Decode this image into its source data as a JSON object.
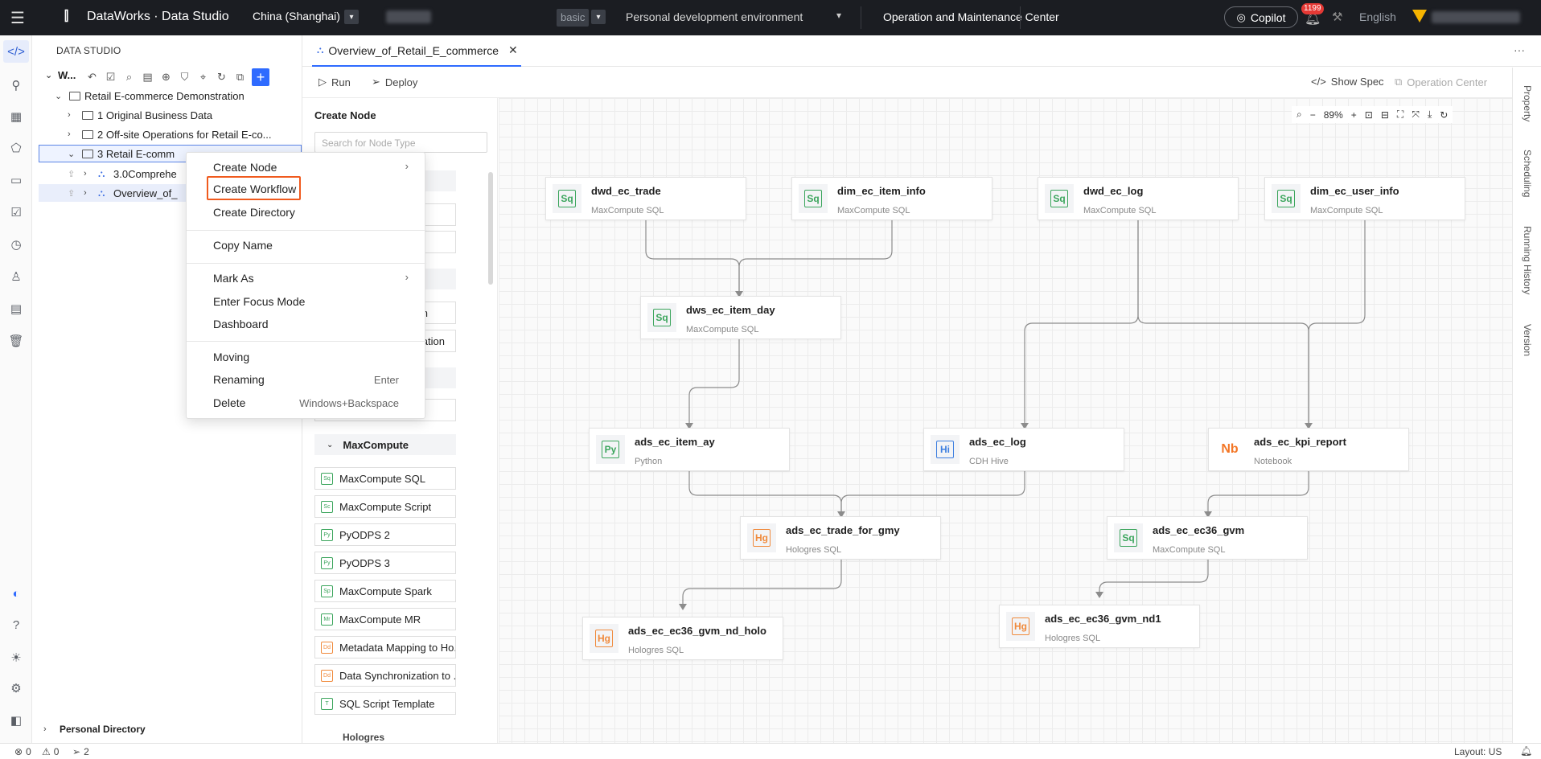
{
  "topbar": {
    "product": "DataWorks · Data Studio",
    "region": "China (Shanghai)",
    "mode": "basic",
    "environment": "Personal development environment",
    "ops_center": "Operation and Maintenance Center",
    "copilot": "Copilot",
    "notifications": "1199",
    "language": "English"
  },
  "sidebar": {
    "header": "DATA STUDIO",
    "workspace_short": "W...",
    "tree": [
      {
        "label": "Retail E-commerce Demonstration"
      },
      {
        "label": "1 Original Business Data"
      },
      {
        "label": "2 Off-site Operations for Retail E-co..."
      },
      {
        "label": "3 Retail E-comm"
      },
      {
        "label": "3.0Comprehe"
      },
      {
        "label": "Overview_of_"
      }
    ],
    "personal": "Personal Directory"
  },
  "context_menu": {
    "items": [
      {
        "label": "Create Node"
      },
      {
        "label": "Create Workflow"
      },
      {
        "label": "Create Directory"
      },
      {
        "label": "Copy Name"
      },
      {
        "label": "Mark As"
      },
      {
        "label": "Enter Focus Mode"
      },
      {
        "label": "Dashboard"
      },
      {
        "label": "Moving"
      },
      {
        "label": "Renaming",
        "shortcut": "Enter"
      },
      {
        "label": "Delete",
        "shortcut": "Windows+Backspace"
      }
    ]
  },
  "tab": {
    "label": "Overview_of_Retail_E_commerce"
  },
  "toolbar": {
    "run": "Run",
    "deploy": "Deploy",
    "show_spec": "Show Spec",
    "operation_center": "Operation Center"
  },
  "palette": {
    "title": "Create Node",
    "search_placeholder": "Search for Node Type",
    "partial1": "ation",
    "partial2": "onization",
    "group": "MaxCompute",
    "items": [
      {
        "label": "MaxCompute SQL",
        "icon": "Sq"
      },
      {
        "label": "MaxCompute Script",
        "icon": "Sc"
      },
      {
        "label": "PyODPS 2",
        "icon": "Py"
      },
      {
        "label": "PyODPS 3",
        "icon": "Py"
      },
      {
        "label": "MaxCompute Spark",
        "icon": "Sp"
      },
      {
        "label": "MaxCompute MR",
        "icon": "Mr"
      },
      {
        "label": "Metadata Mapping to Ho...",
        "icon": "Dd"
      },
      {
        "label": "Data Synchronization to ...",
        "icon": "Dd"
      },
      {
        "label": "SQL Script Template",
        "icon": "T"
      }
    ],
    "next_group": "Hologres"
  },
  "canvas": {
    "zoom": "89%",
    "nodes": [
      {
        "name": "dwd_ec_trade",
        "type": "MaxCompute SQL",
        "icon": "Sq"
      },
      {
        "name": "dim_ec_item_info",
        "type": "MaxCompute SQL",
        "icon": "Sq"
      },
      {
        "name": "dwd_ec_log",
        "type": "MaxCompute SQL",
        "icon": "Sq"
      },
      {
        "name": "dim_ec_user_info",
        "type": "MaxCompute SQL",
        "icon": "Sq"
      },
      {
        "name": "dws_ec_item_day",
        "type": "MaxCompute SQL",
        "icon": "Sq"
      },
      {
        "name": "ads_ec_item_ay",
        "type": "Python",
        "icon": "Py"
      },
      {
        "name": "ads_ec_log",
        "type": "CDH Hive",
        "icon": "Hi"
      },
      {
        "name": "ads_ec_kpi_report",
        "type": "Notebook",
        "icon": "Nb"
      },
      {
        "name": "ads_ec_trade_for_gmy",
        "type": "Hologres SQL",
        "icon": "Hg"
      },
      {
        "name": "ads_ec_ec36_gvm",
        "type": "MaxCompute SQL",
        "icon": "Sq"
      },
      {
        "name": "ads_ec_ec36_gvm_nd_holo",
        "type": "Hologres SQL",
        "icon": "Hg"
      },
      {
        "name": "ads_ec_ec36_gvm_nd1",
        "type": "Hologres SQL",
        "icon": "Hg"
      }
    ]
  },
  "right_tabs": [
    "Property",
    "Scheduling",
    "Running History",
    "Version"
  ],
  "status": {
    "errors": "0",
    "warnings": "0",
    "deploys": "2",
    "layout": "Layout: US"
  }
}
